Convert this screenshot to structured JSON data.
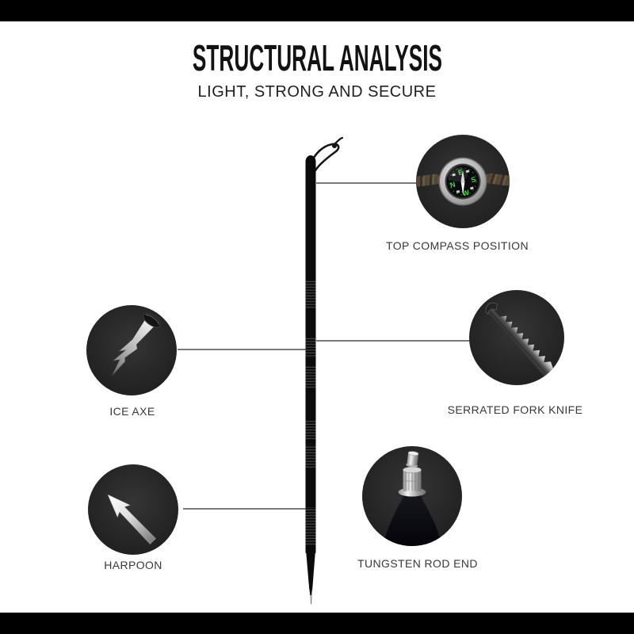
{
  "header": {
    "title": "STRUCTURAL ANALYSIS",
    "subtitle": "LIGHT, STRONG AND SECURE"
  },
  "callouts": [
    {
      "id": "top-compass",
      "label": "TOP COMPASS POSITION",
      "icon": "compass-icon"
    },
    {
      "id": "ice-axe",
      "label": "ICE AXE",
      "icon": "ice-axe-spike-icon"
    },
    {
      "id": "serrated-fork-knife",
      "label": "SERRATED FORK KNIFE",
      "icon": "serrated-blade-icon"
    },
    {
      "id": "harpoon",
      "label": "HARPOON",
      "icon": "harpoon-tip-icon"
    },
    {
      "id": "tungsten-rod-end",
      "label": "TUNGSTEN ROD END",
      "icon": "tungsten-rod-tip-icon"
    }
  ],
  "compass": {
    "cardinals": [
      "N",
      "E",
      "S",
      "W"
    ]
  },
  "colors": {
    "background": "#ffffff",
    "letterbox": "#000000",
    "callout_circle": "#262626",
    "callout_line": "#4f4f4f",
    "label_text": "#383838",
    "pole": "#0b0b0b",
    "compass_green": "#4ad24a",
    "metal_light": "#ececec"
  }
}
